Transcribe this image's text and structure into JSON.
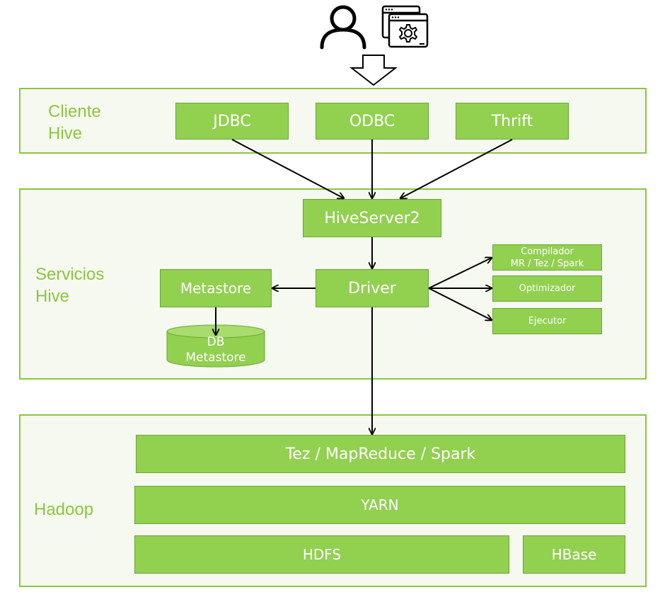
{
  "layers": {
    "client": {
      "label": "Cliente\nHive"
    },
    "services": {
      "label": "Servicios\nHive"
    },
    "hadoop": {
      "label": "Hadoop"
    }
  },
  "client_components": {
    "jdbc": "JDBC",
    "odbc": "ODBC",
    "thrift": "Thrift"
  },
  "services_components": {
    "hiveserver2": "HiveServer2",
    "driver": "Driver",
    "metastore": "Metastore",
    "db_metastore": "DB\nMetastore",
    "compilador": "Compilador\nMR / Tez / Spark",
    "optimizador": "Optimizador",
    "ejecutor": "Ejecutor"
  },
  "hadoop_components": {
    "engines": "Tez / MapReduce / Spark",
    "yarn": "YARN",
    "hdfs": "HDFS",
    "hbase": "HBase"
  },
  "icons": [
    "user-icon",
    "application-settings-icon",
    "down-arrow-icon"
  ],
  "colors": {
    "box_fill": "#92d050",
    "layer_border": "#8cc63f",
    "layer_fill": "#f6f9ef",
    "label_text": "#8cc63f",
    "box_text": "#ffffff",
    "arrow": "#000000"
  }
}
